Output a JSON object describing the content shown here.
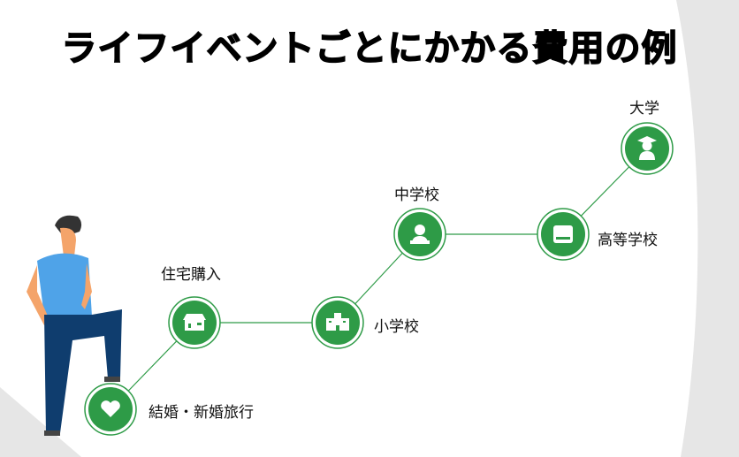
{
  "title": "ライフイベントごとにかかる費用の例",
  "colors": {
    "accent": "#2e9b47",
    "background": "#e6e6e6"
  },
  "events": [
    {
      "label": "結婚・新婚旅行",
      "icon": "heart-icon"
    },
    {
      "label": "住宅購入",
      "icon": "house-icon"
    },
    {
      "label": "小学校",
      "icon": "school-building-icon"
    },
    {
      "label": "中学校",
      "icon": "student-icon"
    },
    {
      "label": "高等学校",
      "icon": "book-icon"
    },
    {
      "label": "大学",
      "icon": "graduate-icon"
    }
  ]
}
